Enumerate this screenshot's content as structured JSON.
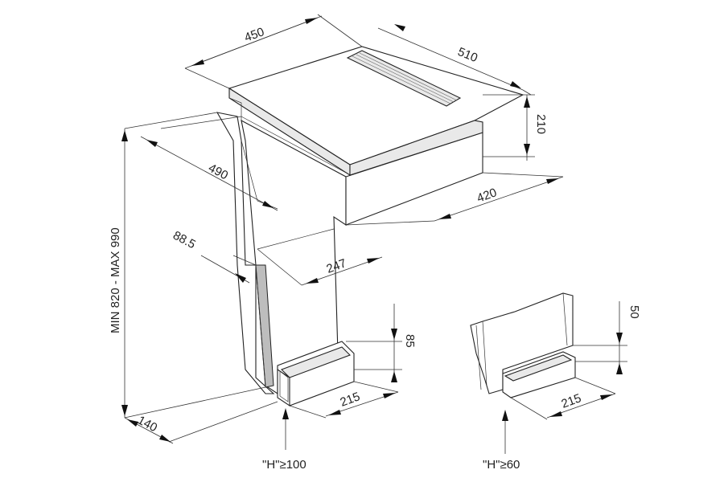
{
  "dimensions": {
    "top_width": "450",
    "top_depth": "510",
    "unit_height": "210",
    "body_depth": "490",
    "body_width": "420",
    "offset": "88.5",
    "duct_depth": "247",
    "outlet_height_main": "85",
    "outlet_width_main": "215",
    "bottom_offset": "140",
    "total_height": "MIN 820 - MAX 990",
    "outlet_height_alt": "50",
    "outlet_width_alt": "215"
  },
  "notes": {
    "clearance_main": "\"H\"≥100",
    "clearance_alt": "\"H\"≥60"
  }
}
